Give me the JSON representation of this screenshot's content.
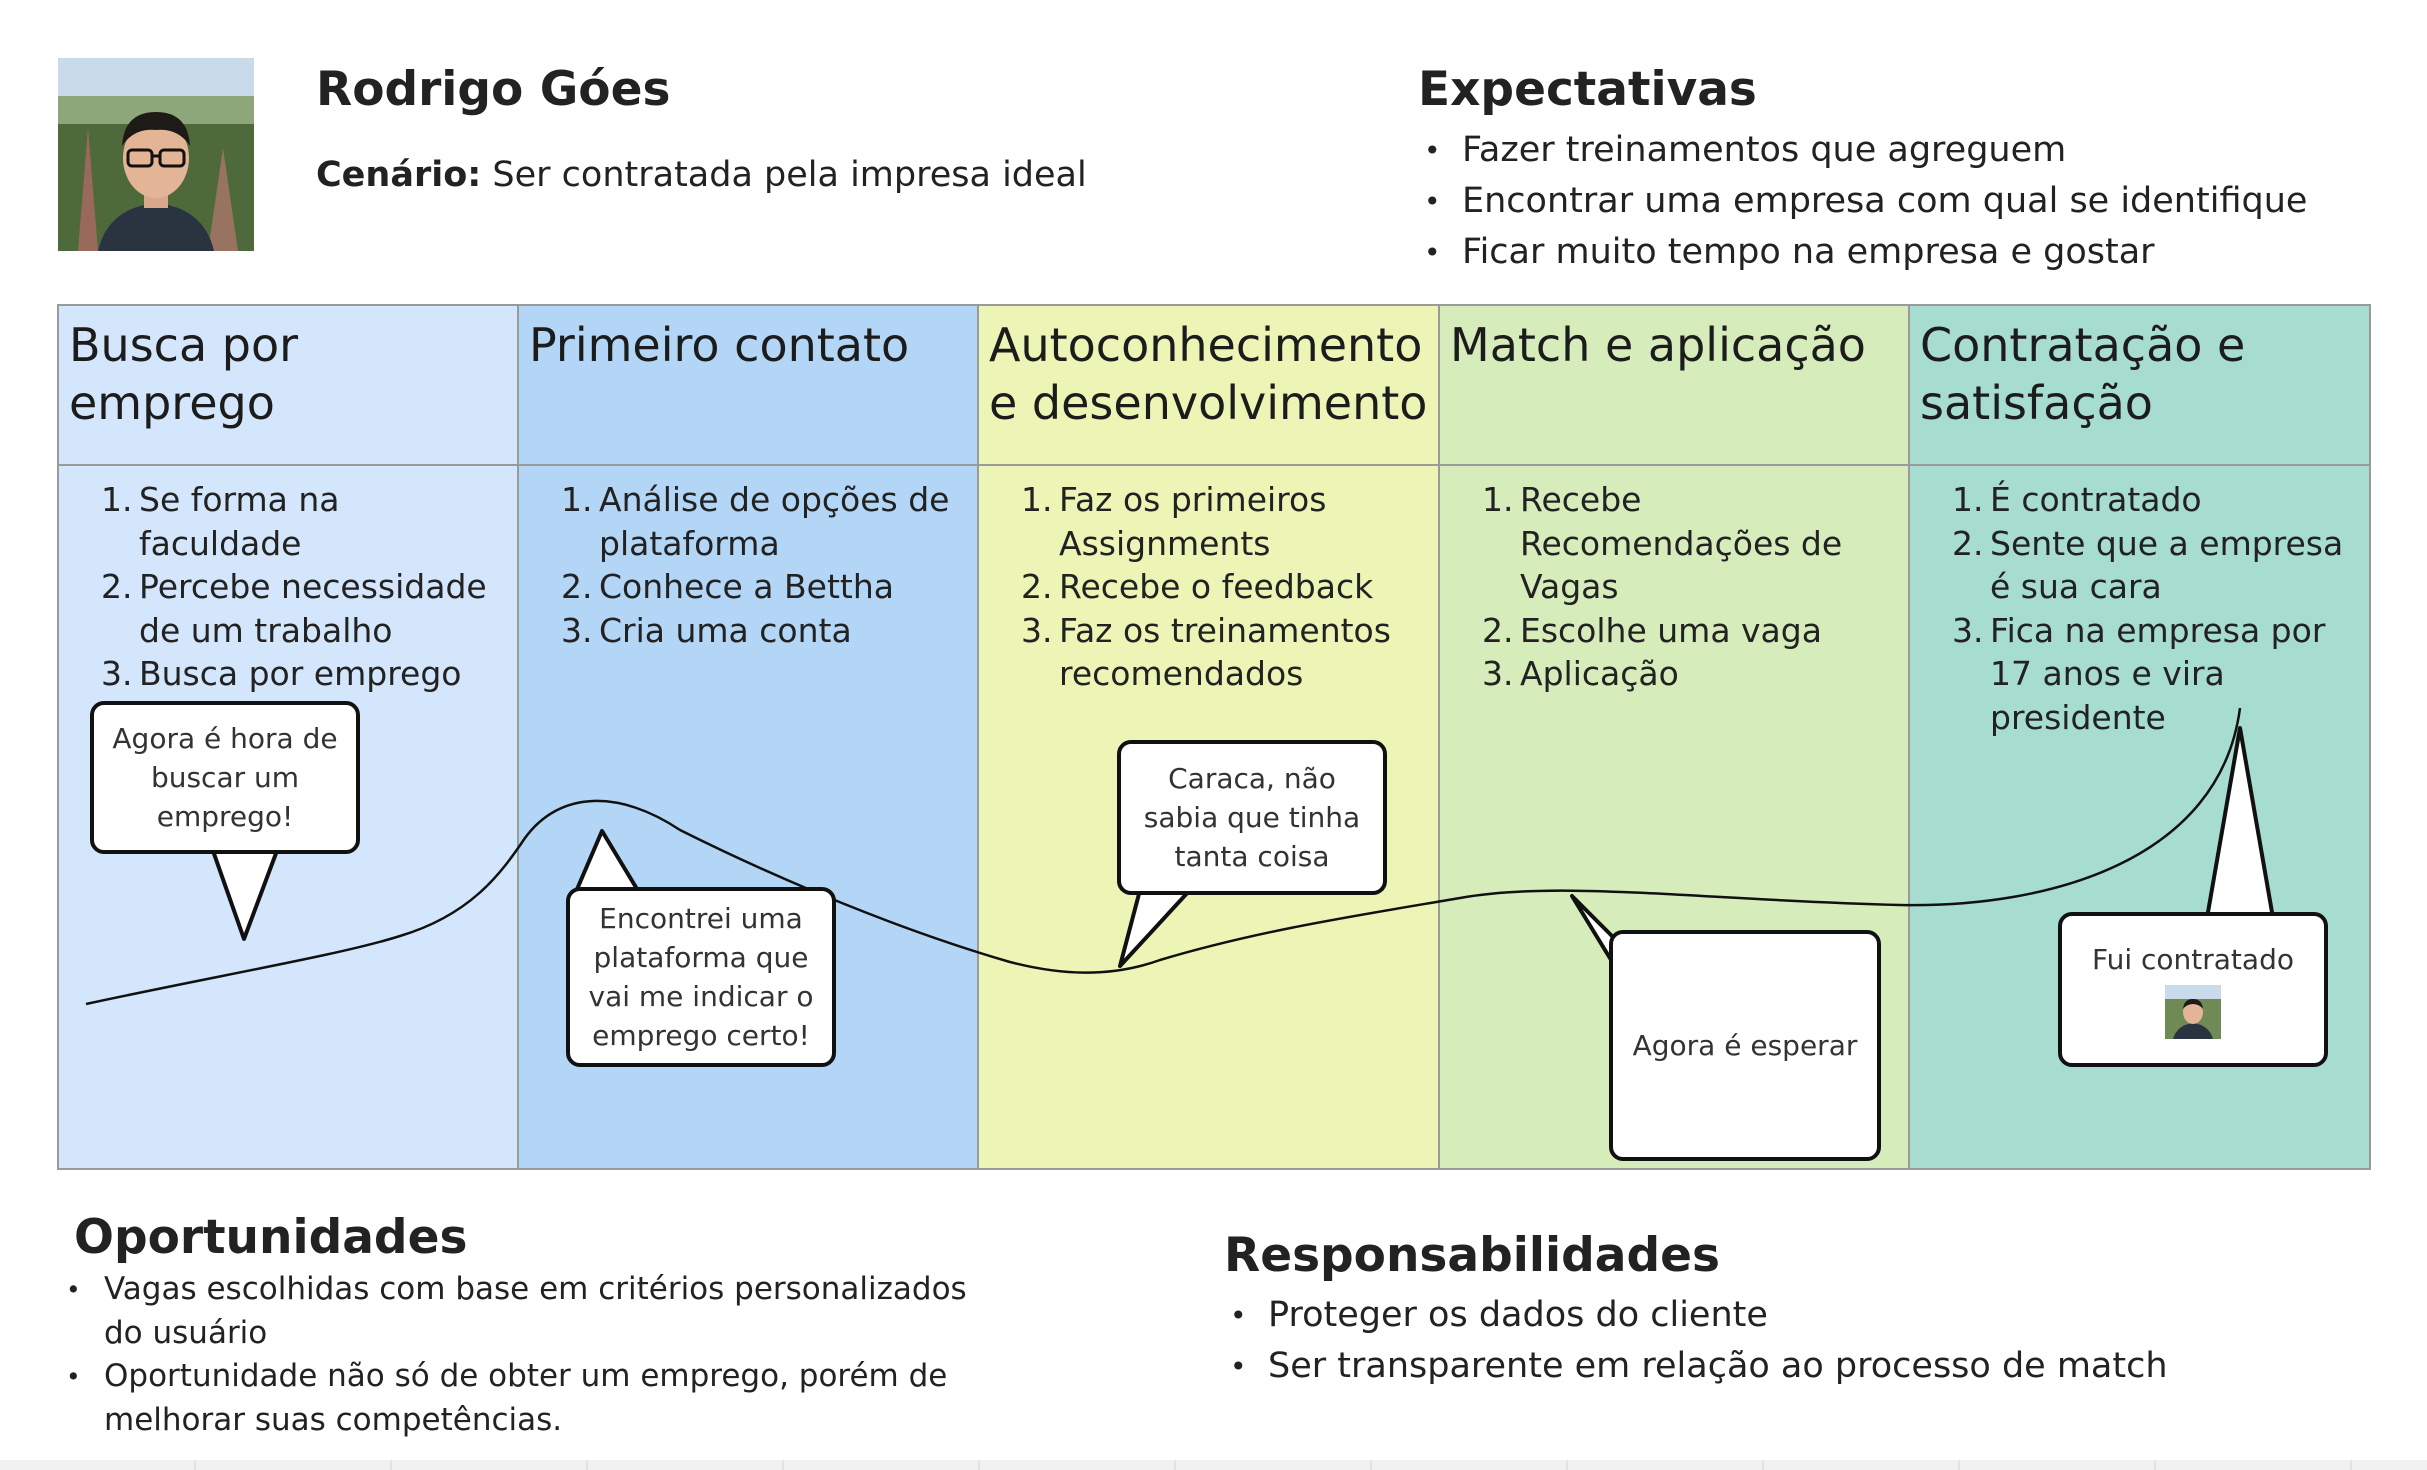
{
  "persona": {
    "name": "Rodrigo Góes",
    "scenario_label": "Cenário:",
    "scenario_text": "Ser contratada pela impresa ideal"
  },
  "expectations": {
    "title": "Expectativas",
    "items": [
      "Fazer treinamentos que agreguem",
      "Encontrar uma empresa com qual se identifique",
      "Ficar muito tempo na empresa e gostar"
    ]
  },
  "stages": [
    {
      "title": "Busca por emprego",
      "color": "#d3e6fb",
      "steps": [
        " Se forma na faculdade",
        " Percebe necessidade de um trabalho",
        "Busca por emprego"
      ]
    },
    {
      "title": "Primeiro contato",
      "color": "#b3d6f7",
      "steps": [
        "Análise de opções de plataforma",
        "Conhece a Bettha",
        "Cria uma conta"
      ]
    },
    {
      "title": "Autoconhecimento e desenvolvimento",
      "color": "#ecf5b5",
      "steps": [
        "Faz os primeiros Assignments",
        "Recebe o feedback",
        "Faz os treinamentos recomendados"
      ]
    },
    {
      "title": "Match e aplicação",
      "color": "#d6ecbb",
      "steps": [
        "Recebe Recomendações de Vagas",
        "Escolhe uma vaga",
        "Aplicação"
      ]
    },
    {
      "title": "Contratação e satisfação",
      "color": "#a7dcd0",
      "steps": [
        "É contratado",
        "Sente que a empresa é sua cara",
        "Fica na empresa por 17 anos e vira presidente"
      ]
    }
  ],
  "balloons": [
    "Agora é hora de buscar um emprego!",
    "Encontrei uma plataforma que vai me indicar o emprego certo!",
    "Caraca, não sabia que tinha tanta coisa",
    "Agora é esperar",
    "Fui contratado"
  ],
  "opportunities": {
    "title": "Oportunidades",
    "items": [
      "Vagas escolhidas com base em critérios personalizados do usuário",
      "Oportunidade não só de obter um emprego, porém de melhorar suas competências."
    ]
  },
  "responsibilities": {
    "title": "Responsabilidades",
    "items": [
      "Proteger os dados do cliente",
      "Ser transparente em relação ao processo de match"
    ]
  }
}
